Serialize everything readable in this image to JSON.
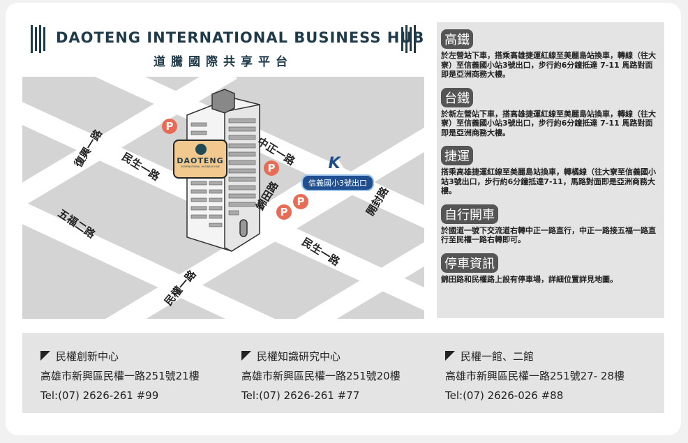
{
  "header": {
    "brand": "DAOTENG INTERNATIONAL BUSINESS HUB",
    "subtitle": "道騰國際共享平台"
  },
  "map": {
    "roads": [
      "復興一路",
      "民生一路",
      "中正一路",
      "錦田路",
      "開封路",
      "五福二路",
      "民生一路",
      "民權一路"
    ],
    "parking_label": "P",
    "bubble": {
      "name": "DAOTENG",
      "tagline": "INTERNATIONAL BUSINESS HUB"
    },
    "metro_exit": "信義國小3號出口",
    "metro_logo": "K"
  },
  "transport": [
    {
      "title": "高鐵",
      "text": "於左營站下車，搭乘高雄捷運紅線至美麗島站換車，轉線（往大寮）至信義國小站3號出口，步行約6分鐘抵達 7-11 馬路對面即是亞洲商務大樓。"
    },
    {
      "title": "台鐵",
      "text": "於新左營站下車，搭高雄捷運紅線至美麗島站換車，轉線（往大寮）至信義國小站3號出口，步行約6分鐘抵達 7-11 馬路對面即是亞洲商務大樓。"
    },
    {
      "title": "捷運",
      "text": "搭乘高雄捷運紅線至美麗島站換車，轉橘線（往大寮至信義國小站3號出口，步行約6分鐘抵達7-11，馬路對面即是亞洲商務大樓。"
    },
    {
      "title": "自行開車",
      "text": "於國道一號下交流道右轉中正一路直行，中正一路接五福一路直行至民權一路右轉即可。"
    },
    {
      "title": "停車資訊",
      "text": "錦田路和民權路上設有停車場，詳細位置詳見地圖。"
    }
  ],
  "locations": [
    {
      "name": "民權創新中心",
      "address": "高雄市新興區民權一路251號21樓",
      "tel": "Tel:(07) 2626-261 #99"
    },
    {
      "name": "民權知識研究中心",
      "address": "高雄市新興區民權一路251號20樓",
      "tel": "Tel:(07) 2626-261 #77"
    },
    {
      "name": "民權一館、二館",
      "address": "高雄市新興區民權一路251號27- 28樓",
      "tel": "Tel:(07) 2626-026 #88"
    }
  ]
}
